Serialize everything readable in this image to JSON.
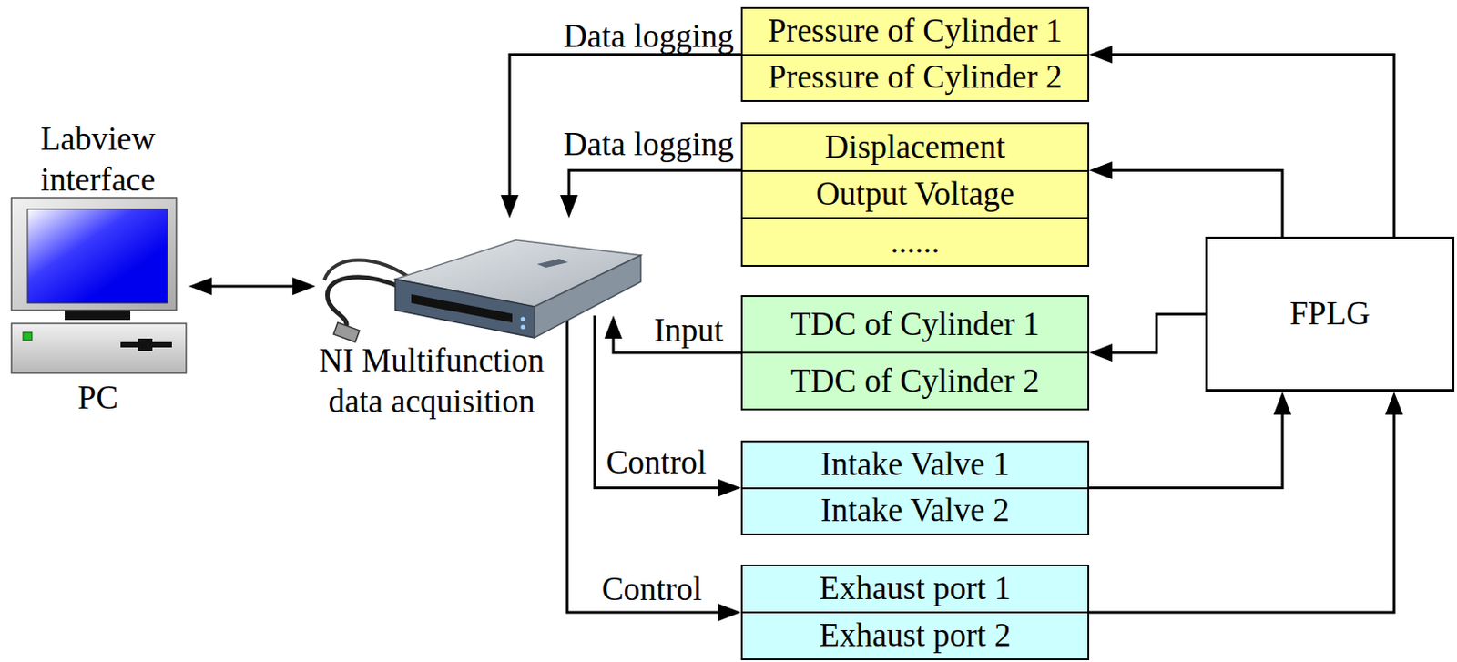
{
  "diagram": {
    "nodes": [
      {
        "text": [
          "Labview interface",
          "PC"
        ]
      },
      {
        "text": [
          "NI Multifunction data acquisition"
        ]
      },
      {
        "text": [
          "Pressure of Cylinder 1",
          "Pressure of Cylinder 2"
        ]
      },
      {
        "text": [
          "Displacement",
          "Output Voltage",
          "......"
        ]
      },
      {
        "text": [
          "TDC of Cylinder 1",
          "TDC of Cylinder 2"
        ]
      },
      {
        "text": [
          "Intake Valve 1",
          "Intake Valve 2"
        ]
      },
      {
        "text": [
          "Exhaust port 1",
          "Exhaust port 2"
        ]
      },
      {
        "text": [
          "FPLG"
        ]
      }
    ],
    "edges": [
      {
        "from": 0,
        "to": 1,
        "arrow": "both"
      },
      {
        "from": 2,
        "to": 1,
        "label": "Data logging",
        "arrow": "to"
      },
      {
        "from": 3,
        "to": 1,
        "label": "Data logging",
        "arrow": "to"
      },
      {
        "from": 4,
        "to": 1,
        "label": "Input",
        "arrow": "to"
      },
      {
        "from": 1,
        "to": 5,
        "label": "Control",
        "arrow": "to"
      },
      {
        "from": 1,
        "to": 6,
        "label": "Control",
        "arrow": "to"
      },
      {
        "from": 7,
        "to": 2,
        "arrow": "to"
      },
      {
        "from": 7,
        "to": 3,
        "arrow": "to"
      },
      {
        "from": 7,
        "to": 4,
        "arrow": "to"
      },
      {
        "from": 5,
        "to": 7,
        "arrow": "to"
      },
      {
        "from": 6,
        "to": 7,
        "arrow": "to"
      }
    ]
  }
}
